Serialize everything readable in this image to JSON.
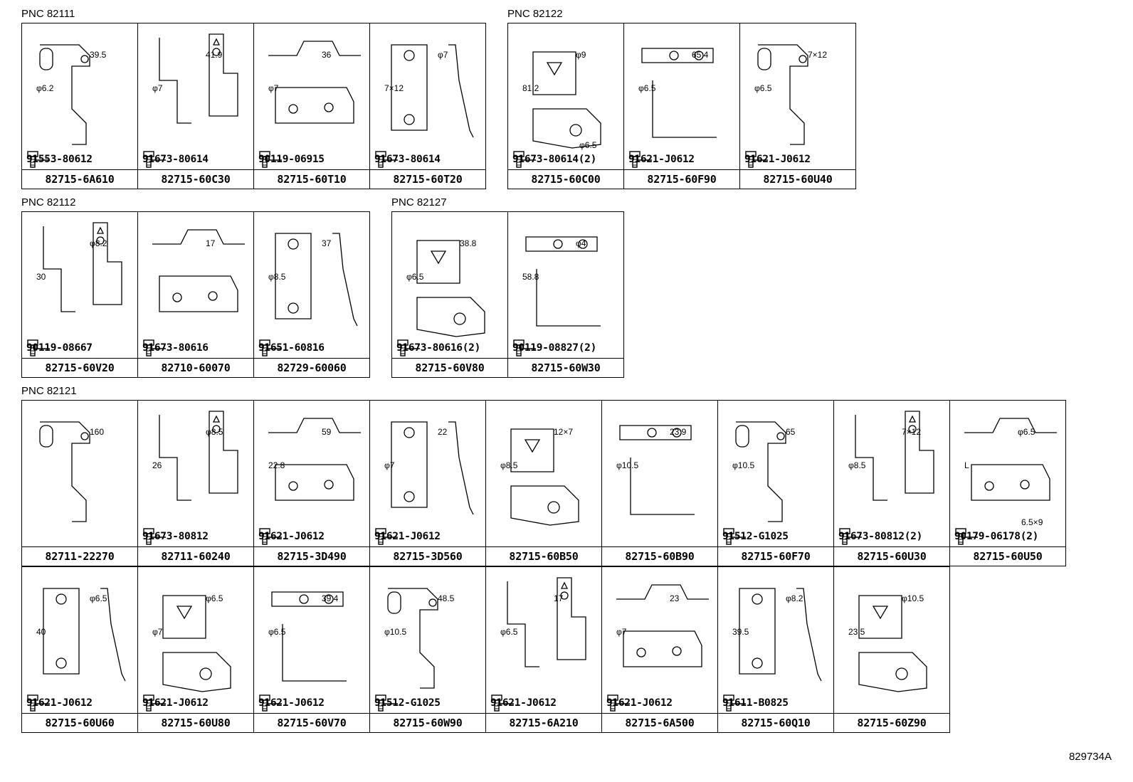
{
  "groups": [
    {
      "title": "PNC 82111",
      "parts": [
        {
          "bolt": "91553-80612",
          "part": "82715-6A610",
          "dims": [
            "39.5",
            "φ6.2"
          ]
        },
        {
          "bolt": "91673-80614",
          "part": "82715-60C30",
          "dims": [
            "41.9",
            "φ7"
          ]
        },
        {
          "bolt": "90119-06915",
          "part": "82715-60T10",
          "dims": [
            "36",
            "φ7"
          ]
        },
        {
          "bolt": "91673-80614",
          "part": "82715-60T20",
          "dims": [
            "φ7",
            "7×12"
          ]
        }
      ]
    },
    {
      "title": "PNC 82122",
      "parts": [
        {
          "bolt": "91673-80614(2)",
          "part": "82715-60C00",
          "dims": [
            "φ9",
            "81.2",
            "φ6.5"
          ]
        },
        {
          "bolt": "91621-J0612",
          "part": "82715-60F90",
          "dims": [
            "65.4",
            "φ6.5"
          ]
        },
        {
          "bolt": "91621-J0612",
          "part": "82715-60U40",
          "dims": [
            "7×12",
            "φ6.5"
          ]
        }
      ]
    },
    {
      "title": "PNC 82112",
      "parts": [
        {
          "bolt": "90119-08667",
          "part": "82715-60V20",
          "dims": [
            "φ8.2",
            "30"
          ]
        },
        {
          "bolt": "91673-80616",
          "part": "82710-60070",
          "dims": [
            "17"
          ]
        },
        {
          "bolt": "91651-60816",
          "part": "82729-60060",
          "dims": [
            "37",
            "φ8.5"
          ]
        }
      ]
    },
    {
      "title": "PNC 82127",
      "parts": [
        {
          "bolt": "91673-80616(2)",
          "part": "82715-60V80",
          "dims": [
            "38.8",
            "φ6.5"
          ]
        },
        {
          "bolt": "90119-08827(2)",
          "part": "82715-60W30",
          "dims": [
            "φ4",
            "58.8"
          ]
        }
      ]
    },
    {
      "title": "PNC 82121",
      "parts": [
        {
          "bolt": "",
          "part": "82711-22270",
          "dims": [
            "160"
          ]
        },
        {
          "bolt": "91673-80812",
          "part": "82711-60240",
          "dims": [
            "φ8.5",
            "26"
          ]
        },
        {
          "bolt": "91621-J0612",
          "part": "82715-3D490",
          "dims": [
            "59",
            "22.8"
          ]
        },
        {
          "bolt": "91621-J0612",
          "part": "82715-3D560",
          "dims": [
            "22",
            "φ7"
          ]
        },
        {
          "bolt": "",
          "part": "82715-60B50",
          "dims": [
            "12×7",
            "φ8.5"
          ]
        },
        {
          "bolt": "",
          "part": "82715-60B90",
          "dims": [
            "23.9",
            "φ10.5"
          ]
        },
        {
          "bolt": "91512-G1025",
          "part": "82715-60F70",
          "dims": [
            "65",
            "φ10.5"
          ]
        },
        {
          "bolt": "91673-80812(2)",
          "part": "82715-60U30",
          "dims": [
            "7×12",
            "φ8.5"
          ]
        },
        {
          "bolt": "90179-06178(2)",
          "part": "82715-60U50",
          "dims": [
            "φ6.5",
            "L",
            "6.5×9"
          ]
        },
        {
          "bolt": "91621-J0612",
          "part": "82715-60U60",
          "dims": [
            "φ6.5",
            "40"
          ]
        },
        {
          "bolt": "91621-J0612",
          "part": "82715-60U80",
          "dims": [
            "φ6.5",
            "φ7"
          ]
        },
        {
          "bolt": "91621-J0612",
          "part": "82715-60V70",
          "dims": [
            "39.4",
            "φ6.5"
          ]
        },
        {
          "bolt": "91512-G1025",
          "part": "82715-60W90",
          "dims": [
            "48.5",
            "φ10.5"
          ]
        },
        {
          "bolt": "91621-J0612",
          "part": "82715-6A210",
          "dims": [
            "17",
            "φ6.5"
          ]
        },
        {
          "bolt": "91621-J0612",
          "part": "82715-6A500",
          "dims": [
            "23",
            "φ7"
          ]
        },
        {
          "bolt": "91611-B0825",
          "part": "82715-60Q10",
          "dims": [
            "φ8.2",
            "39.5"
          ]
        },
        {
          "bolt": "",
          "part": "82715-60Z90",
          "dims": [
            "φ10.5",
            "23.5"
          ]
        }
      ]
    }
  ],
  "reference": "829734A",
  "colors": {
    "line": "#000000",
    "background": "#ffffff"
  },
  "icons": {
    "bolt": "bolt-icon"
  }
}
